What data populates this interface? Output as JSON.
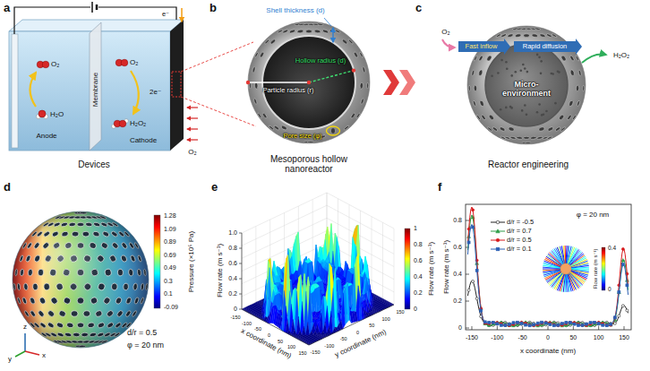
{
  "diagram": {
    "labels": [
      "a",
      "O₂",
      "H₂O",
      "Anode",
      "Membrane",
      "O₂",
      "2e⁻",
      "H₂O₂",
      "Cathode",
      "e⁻",
      "O₂",
      "Devices",
      "b",
      "Shell thickness (d)",
      "Hollow radius (d)",
      "Particle radius (r)",
      "Pore size (φ)",
      "Mesoporous hollow nanoreactor",
      "c",
      "O₂",
      "Fast inflow",
      "Rapid diffusion",
      "Micro-environment",
      "H₂O₂",
      "Reactor engineering",
      "d",
      "Pressure (×10⁵ Pa)",
      "1.28",
      "1.09",
      "0.89",
      "0.69",
      "0.49",
      "0.3",
      "0.1",
      "-0.09",
      "d/r = 0.5",
      "φ = 20 nm",
      "z",
      "y",
      "x",
      "e",
      "Flow rate (m s⁻¹)",
      "0",
      "0.2",
      "0.4",
      "0.6",
      "0.8",
      "1.0",
      "x coordinate (nm)",
      "y coordinate (nm)",
      "-150",
      "-100",
      "-50",
      "0",
      "50",
      "100",
      "150",
      "-150",
      "-100",
      "-50",
      "0",
      "50",
      "100",
      "150",
      "Flow rate (m s⁻¹)",
      "1",
      "0.8",
      "0.6",
      "0.4",
      "0.2",
      "0",
      "f",
      "Flow rate (m s⁻¹)",
      "0",
      "0.2",
      "0.4",
      "0.6",
      "0.8",
      "-150",
      "-100",
      "-50",
      "0",
      "50",
      "100",
      "150",
      "x coordinate (nm)",
      "φ = 20 nm",
      "Flow rate (m s⁻¹)",
      "0.4",
      "0"
    ],
    "legend": [
      {
        "text": "d/r = -0.5"
      },
      {
        "text": "d/r = 0.7"
      },
      {
        "text": "d/r = 0.5"
      },
      {
        "text": "d/r = 0.1"
      }
    ]
  }
}
